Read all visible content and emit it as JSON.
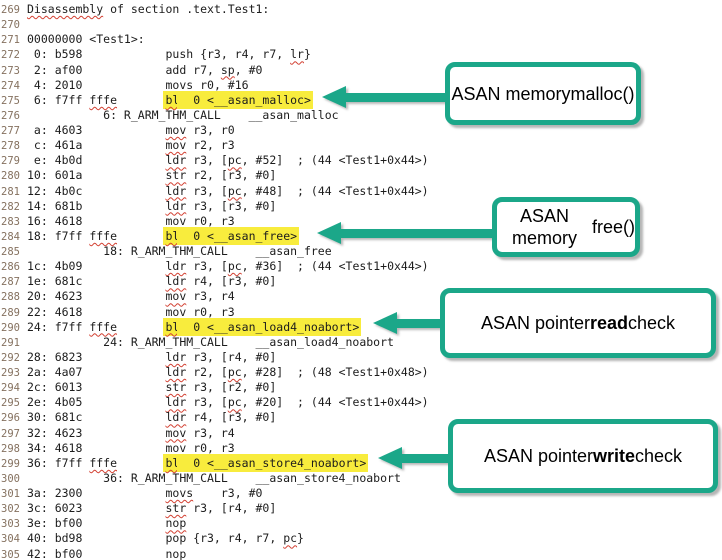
{
  "colors": {
    "accent": "#1BA789",
    "highlight": "#F8EC3D",
    "squiggle": "#D23F31",
    "line_number": "#85715F",
    "code_text": "#1C1C1C"
  },
  "document": {
    "code_lines": [
      {
        "n": "269",
        "seg": [
          {
            "t": "Disassembly",
            "sq": true
          },
          {
            "t": " of section .text.Test1:"
          }
        ]
      },
      {
        "n": "270",
        "seg": [
          {
            "t": ""
          }
        ]
      },
      {
        "n": "271",
        "seg": [
          {
            "t": "00000000 <Test1>:"
          }
        ]
      },
      {
        "n": "272",
        "seg": [
          {
            "t": " 0: b598            push {r3, r4, r7, "
          },
          {
            "t": "lr",
            "sq": true
          },
          {
            "t": "}"
          }
        ]
      },
      {
        "n": "273",
        "seg": [
          {
            "t": " 2: af00            add r7, "
          },
          {
            "t": "sp",
            "sq": true
          },
          {
            "t": ", #0"
          }
        ]
      },
      {
        "n": "274",
        "seg": [
          {
            "t": " 4: 2010            "
          },
          {
            "t": "movs",
            "sq": true
          },
          {
            "t": " r0, #16"
          }
        ]
      },
      {
        "n": "275",
        "seg": [
          {
            "t": " 6: f7ff "
          },
          {
            "t": "fffe",
            "sq": true
          },
          {
            "t": "       "
          },
          {
            "t": "bl",
            "sq": true,
            "hl": true
          },
          {
            "t": "  0 <__asan_malloc>",
            "hl": true
          }
        ]
      },
      {
        "n": "276",
        "seg": [
          {
            "t": "           6: R_ARM_THM_CALL    __asan_malloc"
          }
        ]
      },
      {
        "n": "277",
        "seg": [
          {
            "t": " a: 4603            "
          },
          {
            "t": "mov",
            "sq": true
          },
          {
            "t": " r3, r0"
          }
        ]
      },
      {
        "n": "278",
        "seg": [
          {
            "t": " c: 461a            "
          },
          {
            "t": "mov",
            "sq": true
          },
          {
            "t": " r2, r3"
          }
        ]
      },
      {
        "n": "279",
        "seg": [
          {
            "t": " e: 4b0d            "
          },
          {
            "t": "ldr",
            "sq": true
          },
          {
            "t": " r3, ["
          },
          {
            "t": "pc",
            "sq": true
          },
          {
            "t": ", #52]  ; (44 <Test1+0x44>)"
          }
        ]
      },
      {
        "n": "280",
        "seg": [
          {
            "t": "10: 601a            "
          },
          {
            "t": "str",
            "sq": true
          },
          {
            "t": " r2, [r3, #0]"
          }
        ]
      },
      {
        "n": "281",
        "seg": [
          {
            "t": "12: 4b0c            "
          },
          {
            "t": "ldr",
            "sq": true
          },
          {
            "t": " r3, ["
          },
          {
            "t": "pc",
            "sq": true
          },
          {
            "t": ", #48]  ; (44 <Test1+0x44>)"
          }
        ]
      },
      {
        "n": "282",
        "seg": [
          {
            "t": "14: 681b            "
          },
          {
            "t": "ldr",
            "sq": true
          },
          {
            "t": " r3, [r3, #0]"
          }
        ]
      },
      {
        "n": "283",
        "seg": [
          {
            "t": "16: 4618            "
          },
          {
            "t": "mov",
            "sq": true
          },
          {
            "t": " r0, r3"
          }
        ]
      },
      {
        "n": "284",
        "seg": [
          {
            "t": "18: f7ff "
          },
          {
            "t": "fffe",
            "sq": true
          },
          {
            "t": "       "
          },
          {
            "t": "bl",
            "sq": true,
            "hl": true
          },
          {
            "t": "  0 <__asan_free>",
            "hl": true
          }
        ]
      },
      {
        "n": "285",
        "seg": [
          {
            "t": "           18: R_ARM_THM_CALL    __asan_free"
          }
        ]
      },
      {
        "n": "286",
        "seg": [
          {
            "t": "1c: 4b09            "
          },
          {
            "t": "ldr",
            "sq": true
          },
          {
            "t": " r3, ["
          },
          {
            "t": "pc",
            "sq": true
          },
          {
            "t": ", #36]  ; (44 <Test1+0x44>)"
          }
        ]
      },
      {
        "n": "287",
        "seg": [
          {
            "t": "1e: 681c            "
          },
          {
            "t": "ldr",
            "sq": true
          },
          {
            "t": " r4, [r3, #0]"
          }
        ]
      },
      {
        "n": "288",
        "seg": [
          {
            "t": "20: 4623            "
          },
          {
            "t": "mov",
            "sq": true
          },
          {
            "t": " r3, r4"
          }
        ]
      },
      {
        "n": "289",
        "seg": [
          {
            "t": "22: 4618            "
          },
          {
            "t": "mov",
            "sq": true
          },
          {
            "t": " r0, r3"
          }
        ]
      },
      {
        "n": "290",
        "seg": [
          {
            "t": "24: f7ff "
          },
          {
            "t": "fffe",
            "sq": true
          },
          {
            "t": "       "
          },
          {
            "t": "bl",
            "sq": true,
            "hl": true
          },
          {
            "t": "  0 <__asan_load4_noabort>",
            "hl": true
          }
        ]
      },
      {
        "n": "291",
        "seg": [
          {
            "t": "           24: R_ARM_THM_CALL    __asan_load4_noabort"
          }
        ]
      },
      {
        "n": "292",
        "seg": [
          {
            "t": "28: 6823            "
          },
          {
            "t": "ldr",
            "sq": true
          },
          {
            "t": " r3, [r4, #0]"
          }
        ]
      },
      {
        "n": "293",
        "seg": [
          {
            "t": "2a: 4a07            "
          },
          {
            "t": "ldr",
            "sq": true
          },
          {
            "t": " r2, ["
          },
          {
            "t": "pc",
            "sq": true
          },
          {
            "t": ", #28]  ; (48 <Test1+0x48>)"
          }
        ]
      },
      {
        "n": "294",
        "seg": [
          {
            "t": "2c: 6013            "
          },
          {
            "t": "str",
            "sq": true
          },
          {
            "t": " r3, [r2, #0]"
          }
        ]
      },
      {
        "n": "295",
        "seg": [
          {
            "t": "2e: 4b05            "
          },
          {
            "t": "ldr",
            "sq": true
          },
          {
            "t": " r3, ["
          },
          {
            "t": "pc",
            "sq": true
          },
          {
            "t": ", #20]  ; (44 <Test1+0x44>)"
          }
        ]
      },
      {
        "n": "296",
        "seg": [
          {
            "t": "30: 681c            "
          },
          {
            "t": "ldr",
            "sq": true
          },
          {
            "t": " r4, [r3, #0]"
          }
        ]
      },
      {
        "n": "297",
        "seg": [
          {
            "t": "32: 4623            "
          },
          {
            "t": "mov",
            "sq": true
          },
          {
            "t": " r3, r4"
          }
        ]
      },
      {
        "n": "298",
        "seg": [
          {
            "t": "34: 4618            "
          },
          {
            "t": "mov",
            "sq": true
          },
          {
            "t": " r0, r3"
          }
        ]
      },
      {
        "n": "299",
        "seg": [
          {
            "t": "36: f7ff "
          },
          {
            "t": "fffe",
            "sq": true
          },
          {
            "t": "       "
          },
          {
            "t": "bl",
            "sq": true,
            "hl": true
          },
          {
            "t": "  0 <__asan_store4_noabort>",
            "hl": true
          }
        ]
      },
      {
        "n": "300",
        "seg": [
          {
            "t": "           36: R_ARM_THM_CALL    __asan_store4_noabort"
          }
        ]
      },
      {
        "n": "301",
        "seg": [
          {
            "t": "3a: 2300            "
          },
          {
            "t": "movs",
            "sq": true
          },
          {
            "t": "    r3, #0"
          }
        ]
      },
      {
        "n": "302",
        "seg": [
          {
            "t": "3c: 6023            "
          },
          {
            "t": "str",
            "sq": true
          },
          {
            "t": " r3, [r4, #0]"
          }
        ]
      },
      {
        "n": "303",
        "seg": [
          {
            "t": "3e: bf00            "
          },
          {
            "t": "nop",
            "sq": true
          }
        ]
      },
      {
        "n": "304",
        "seg": [
          {
            "t": "40: bd98            pop {r3, r4, r7, "
          },
          {
            "t": "pc",
            "sq": true
          },
          {
            "t": "}"
          }
        ]
      },
      {
        "n": "305",
        "seg": [
          {
            "t": "42: bf00            "
          },
          {
            "t": "nop",
            "sq": true
          }
        ]
      }
    ]
  },
  "callouts": [
    {
      "name": "asan-malloc",
      "label": [
        {
          "t": "ASAN memory"
        },
        {
          "br": true
        },
        {
          "t": "malloc()"
        }
      ]
    },
    {
      "name": "asan-free",
      "label": [
        {
          "t": "ASAN memory"
        },
        {
          "br": true
        },
        {
          "t": "free()"
        }
      ]
    },
    {
      "name": "asan-read",
      "label": [
        {
          "t": "ASAN pointer "
        },
        {
          "t": "read",
          "b": true
        },
        {
          "t": " check"
        }
      ]
    },
    {
      "name": "asan-write",
      "label": [
        {
          "t": "ASAN pointer "
        },
        {
          "t": "write",
          "b": true
        },
        {
          "t": " check"
        }
      ]
    }
  ]
}
